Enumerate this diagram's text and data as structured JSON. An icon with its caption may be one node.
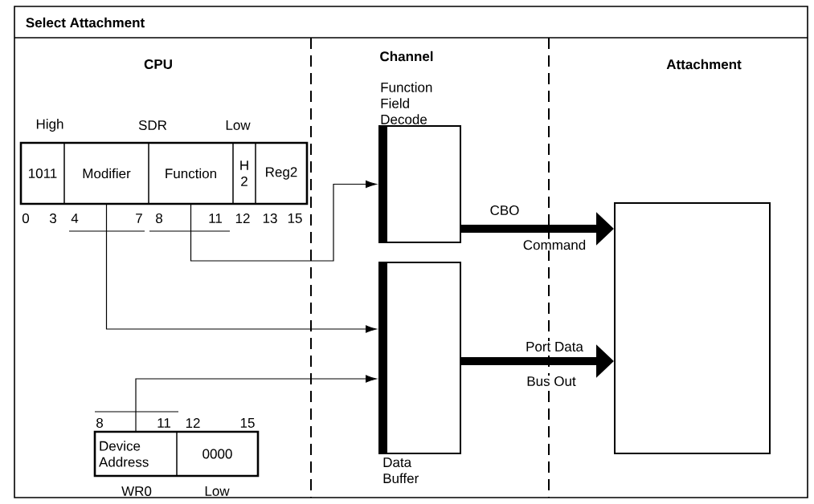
{
  "diagram": {
    "title": "Select Attachment",
    "nodes": [
      {
        "text": [
          "SDR"
        ],
        "beside": [
          "High",
          "Low"
        ]
      },
      {
        "text": [
          "1011"
        ],
        "in": 0
      },
      {
        "text": [
          "Modifier"
        ],
        "in": 0
      },
      {
        "text": [
          "Function"
        ],
        "in": 0
      },
      {
        "text": [
          "H 2"
        ],
        "in": 0
      },
      {
        "text": [
          "Reg2"
        ],
        "in": 0
      },
      {
        "text": [
          "WR0"
        ],
        "beside": [
          "Low"
        ]
      },
      {
        "text": [
          "Device Address"
        ],
        "in": 6
      },
      {
        "text": [
          "0000"
        ],
        "in": 6
      },
      {
        "text": [
          "Function Field Decode"
        ]
      },
      {
        "text": [
          "Data Buffer"
        ]
      },
      {
        "text": [],
        "shape": "box"
      }
    ],
    "edges": [
      {
        "from": 3,
        "to": 9,
        "arrow": "to"
      },
      {
        "from": 2,
        "to": 10,
        "arrow": "to"
      },
      {
        "from": 7,
        "to": 10,
        "arrow": "to"
      },
      {
        "from": 9,
        "to": 11,
        "arrow": "to",
        "label": "CBO",
        "style": "thick"
      },
      {
        "from": 10,
        "to": 11,
        "arrow": "to",
        "label": "Port Data",
        "style": "thick"
      }
    ],
    "labels": [
      "CPU",
      "Channel",
      "Attachment",
      "0",
      "3",
      "4",
      "7",
      "8",
      "11",
      "12",
      "13",
      "15",
      "Command",
      "Bus Out",
      "8",
      "11",
      "12",
      "15"
    ]
  }
}
